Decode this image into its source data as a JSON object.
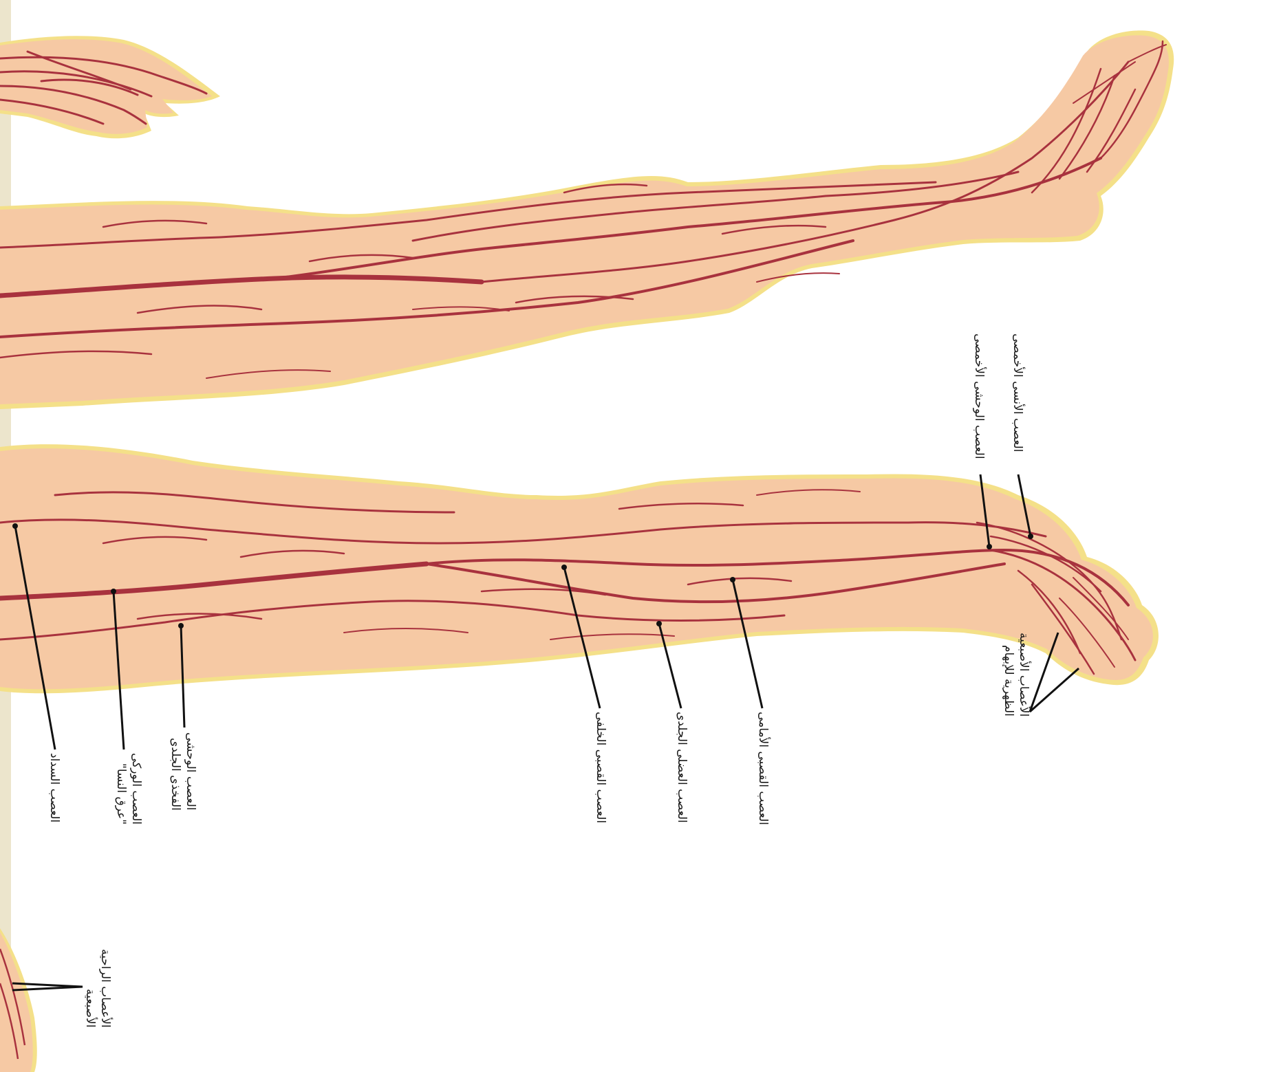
{
  "colors": {
    "skin": "#f6c9a4",
    "outline": "#f4e089",
    "nerve": "#a8323e",
    "pointer": "#111111",
    "page_edge": "#e9e2c8"
  },
  "labels": {
    "obturator": "العصب السداد",
    "sciatic_1": "العصب الوركى",
    "sciatic_2": "\"عرق النسا\"",
    "lat_cut_1": "العصب الوحشى",
    "lat_cut_2": "الفخذى الجلدى",
    "post_tibial": "العصب القصبى الخلفى",
    "musculocut": "العصب العضلى الجلدى",
    "ant_tibial": "العصب القصبى الأمامى",
    "lat_plantar": "العصب الوحشى الأخمصى",
    "med_plantar": "العصب الأنسى الأخمصى",
    "dorsal_digital_1": "الأعصاب الأصبعية",
    "dorsal_digital_2": "الظهرية للإبهام",
    "palmar_1": "الأعصاب الراحية",
    "palmar_2": "الأصبعية"
  }
}
